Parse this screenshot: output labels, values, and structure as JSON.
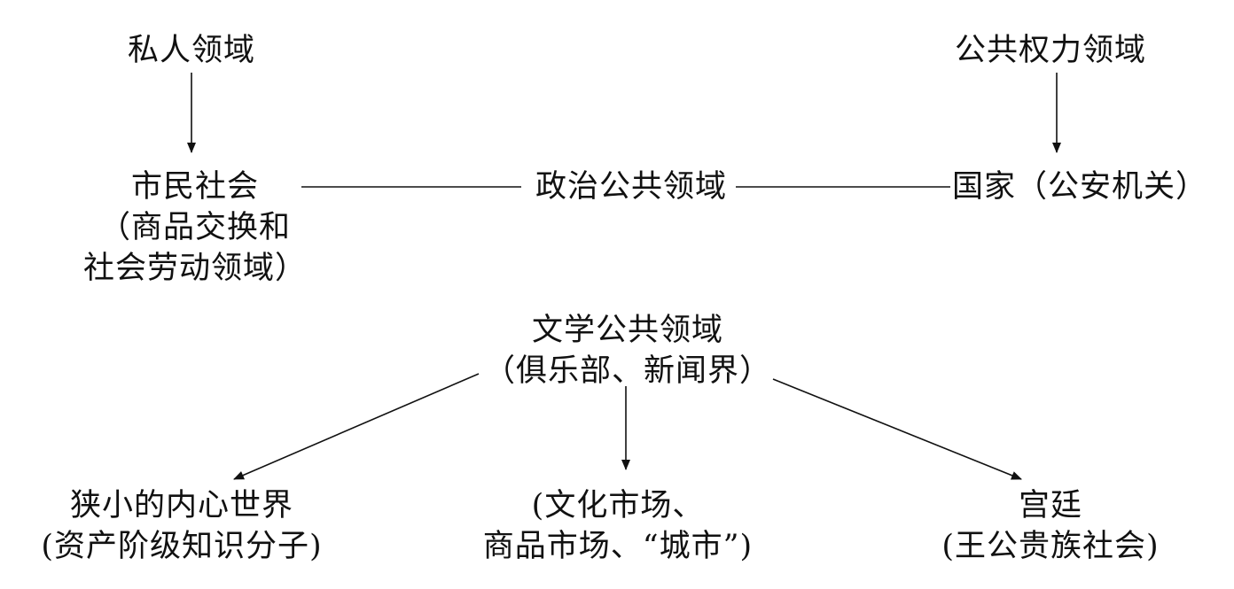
{
  "nodes": {
    "private_realm": {
      "lines": [
        "私人领域"
      ]
    },
    "public_authority": {
      "lines": [
        "公共权力领域"
      ]
    },
    "civil_society": {
      "lines": [
        "市民社会",
        "（商品交换和",
        "社会劳动领域）"
      ]
    },
    "political_public": {
      "lines": [
        "政治公共领域"
      ]
    },
    "state": {
      "lines": [
        "国家（公安机关）"
      ]
    },
    "literary_public": {
      "lines": [
        "文学公共领域",
        "（俱乐部、新闻界）"
      ]
    },
    "inner_world": {
      "lines": [
        "狭小的内心世界",
        "(资产阶级知识分子)"
      ]
    },
    "culture_market": {
      "lines": [
        "(文化市场、",
        "商品市场、“城市”)"
      ]
    },
    "court": {
      "lines": [
        "宫廷",
        "(王公贵族社会)"
      ]
    }
  },
  "edges": [
    {
      "from": "private_realm",
      "to": "civil_society",
      "kind": "arrow"
    },
    {
      "from": "public_authority",
      "to": "state",
      "kind": "arrow"
    },
    {
      "from": "civil_society",
      "to": "political_public",
      "kind": "line"
    },
    {
      "from": "political_public",
      "to": "state",
      "kind": "line"
    },
    {
      "from": "literary_public",
      "to": "inner_world",
      "kind": "arrow"
    },
    {
      "from": "literary_public",
      "to": "culture_market",
      "kind": "arrow"
    },
    {
      "from": "literary_public",
      "to": "court",
      "kind": "arrow"
    }
  ],
  "colors": {
    "ink": "#111111",
    "background": "#ffffff"
  }
}
